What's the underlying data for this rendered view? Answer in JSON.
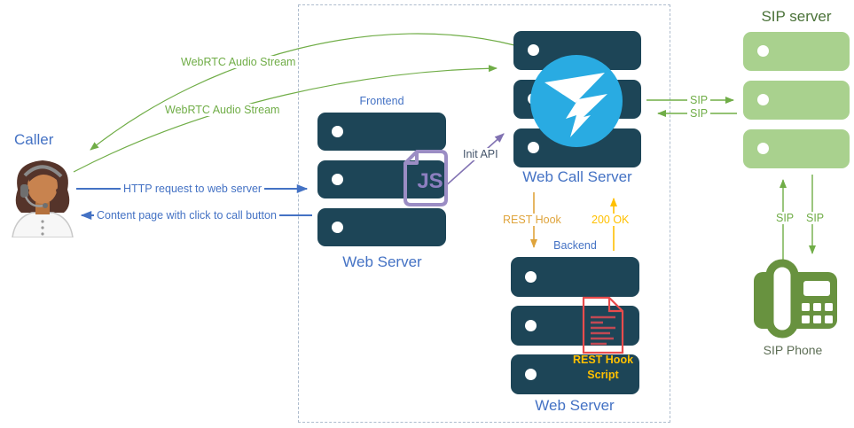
{
  "caller": {
    "label": "Caller"
  },
  "flow": {
    "webrtc_stream_1": "WebRTC Audio Stream",
    "webrtc_stream_2": "WebRTC Audio Stream",
    "http_request": "HTTP request to web server",
    "content_page": "Content page with click to call button",
    "init_api": "Init API",
    "rest_hook": "REST Hook",
    "ok_200": "200 OK",
    "sip_out": "SIP",
    "sip_in": "SIP",
    "sip_up": "SIP",
    "sip_down": "SIP"
  },
  "frontend": {
    "tier": "Frontend",
    "label": "Web Server",
    "js_badge": "JS"
  },
  "wcs": {
    "label": "Web Call Server"
  },
  "backend": {
    "tier": "Backend",
    "label": "Web Server",
    "script_line1": "REST Hook",
    "script_line2": "Script"
  },
  "sip_server": {
    "label": "SIP server"
  },
  "sip_phone": {
    "label": "SIP Phone"
  },
  "colors": {
    "rack_dark": "#1d4557",
    "rack_green": "#a9d18e",
    "logo_blue": "#29abe2",
    "arrow_green": "#70ad47",
    "arrow_blue": "#4472c4",
    "arrow_purple": "#8172b2",
    "arrow_gold": "#dfa43c",
    "arrow_yellow": "#ffc000",
    "label_blue": "#4472c4",
    "label_dark_green": "#4a7238",
    "js_purple": "#9b8dc4",
    "script_red": "#e84c4c"
  }
}
